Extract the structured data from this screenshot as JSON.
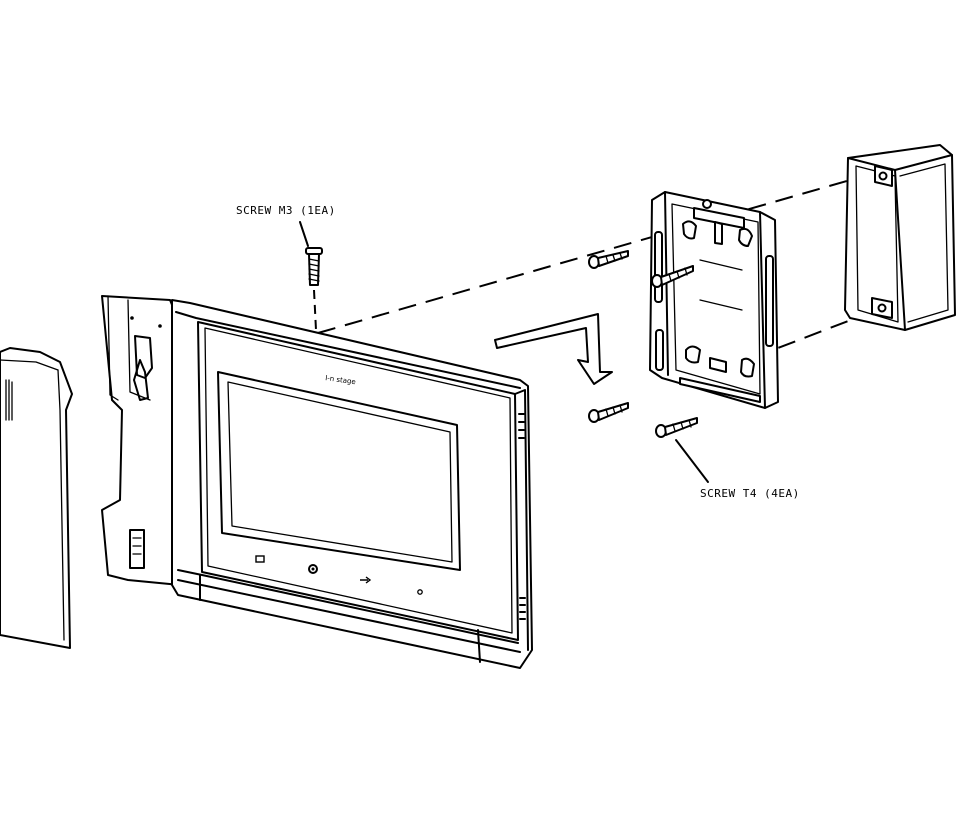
{
  "callouts": {
    "screw_m3": "SCREW M3 (1EA)",
    "screw_t4": "SCREW T4 (4EA)"
  },
  "panel": {
    "logo_text": "I-n stage"
  },
  "colors": {
    "line": "#000000",
    "background": "#ffffff"
  }
}
